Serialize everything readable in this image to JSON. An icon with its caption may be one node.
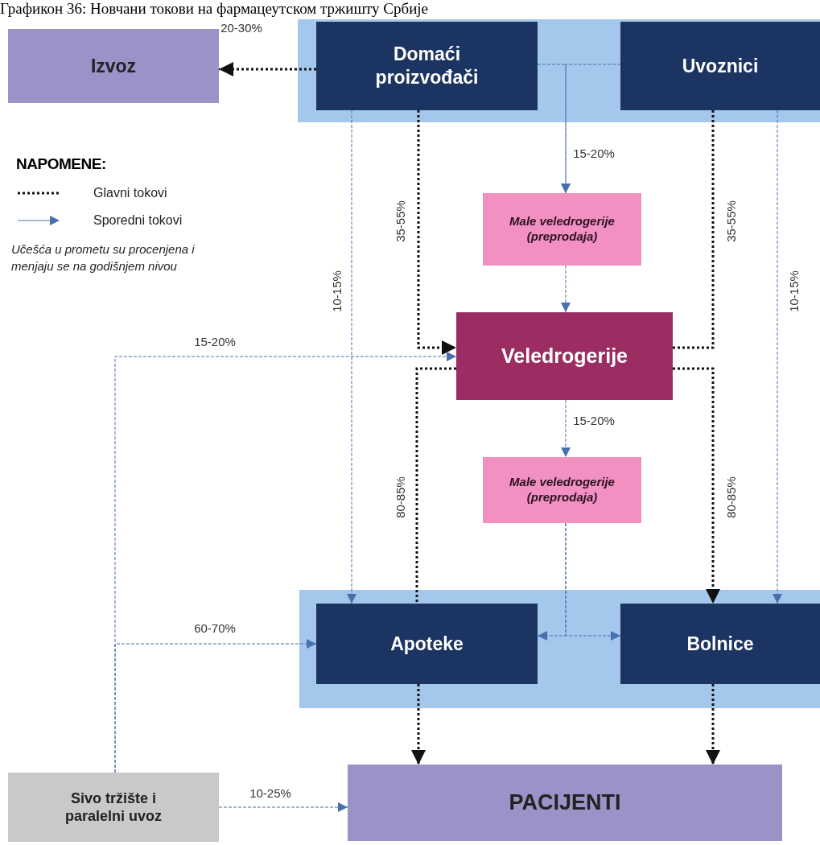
{
  "diagram": {
    "title": "Графикон 36: Новчани токови на фармацеутском тржишту Србије",
    "nodes": [
      {
        "text": [],
        "shape": "box"
      },
      {
        "text": [
          "Domaći proizvođači"
        ],
        "in": 0
      },
      {
        "text": [
          "Uvoznici"
        ],
        "in": 0
      },
      {
        "text": [
          "Izvoz"
        ]
      },
      {
        "text": [
          "Male veledrogerije (preprodaja)"
        ]
      },
      {
        "text": [
          "Veledrogerije"
        ]
      },
      {
        "text": [
          "Male veledrogerije (preprodaja)"
        ]
      },
      {
        "text": [],
        "shape": "box"
      },
      {
        "text": [
          "Apoteke"
        ],
        "in": 7
      },
      {
        "text": [
          "Bolnice"
        ],
        "in": 7
      },
      {
        "text": [
          "Sivo tržište i paralelni uvoz"
        ]
      },
      {
        "text": [
          "PACIJENTI"
        ]
      }
    ],
    "edges": [
      {
        "from": 1,
        "to": 3,
        "arrow": "to",
        "label": "20-30%",
        "style": "dashed",
        "color": "#111111"
      },
      {
        "from": 1,
        "to": 4,
        "arrow": "to",
        "label": "15-20%"
      },
      {
        "from": 2,
        "to": 4,
        "arrow": "to"
      },
      {
        "from": 4,
        "to": 5,
        "arrow": "to"
      },
      {
        "from": 1,
        "to": 5,
        "arrow": "to",
        "label": "35-55%",
        "style": "dashed",
        "color": "#111111"
      },
      {
        "from": 2,
        "to": 5,
        "arrow": "none",
        "label": "35-55%",
        "style": "dashed",
        "color": "#111111"
      },
      {
        "from": 1,
        "to": 8,
        "arrow": "to",
        "label": "10-15%"
      },
      {
        "from": 2,
        "to": 9,
        "arrow": "to",
        "label": "10-15%"
      },
      {
        "from": 5,
        "to": 6,
        "arrow": "to",
        "label": "15-20%"
      },
      {
        "from": 5,
        "to": 8,
        "arrow": "none",
        "label": "80-85%",
        "style": "dashed",
        "color": "#111111"
      },
      {
        "from": 5,
        "to": 9,
        "arrow": "to",
        "label": "80-85%",
        "style": "dashed",
        "color": "#111111"
      },
      {
        "from": 6,
        "to": 8,
        "arrow": "to"
      },
      {
        "from": 6,
        "to": 9,
        "arrow": "to"
      },
      {
        "from": 10,
        "to": 5,
        "arrow": "to",
        "label": "15-20%"
      },
      {
        "from": 10,
        "to": 8,
        "arrow": "to",
        "label": "60-70%"
      },
      {
        "from": 10,
        "to": 11,
        "arrow": "to",
        "label": "10-25%"
      },
      {
        "from": 8,
        "to": 11,
        "arrow": "to",
        "style": "dashed",
        "color": "#111111"
      },
      {
        "from": 9,
        "to": 11,
        "arrow": "to",
        "style": "dashed",
        "color": "#111111"
      }
    ],
    "labels": [
      "NAPOMENE:",
      "Učešća u prometu su procenjena i menjaju se na godišnjem nivou"
    ],
    "legend": [
      {
        "text": "Glavni tokovi"
      },
      {
        "text": "Sporedni tokovi"
      }
    ]
  }
}
